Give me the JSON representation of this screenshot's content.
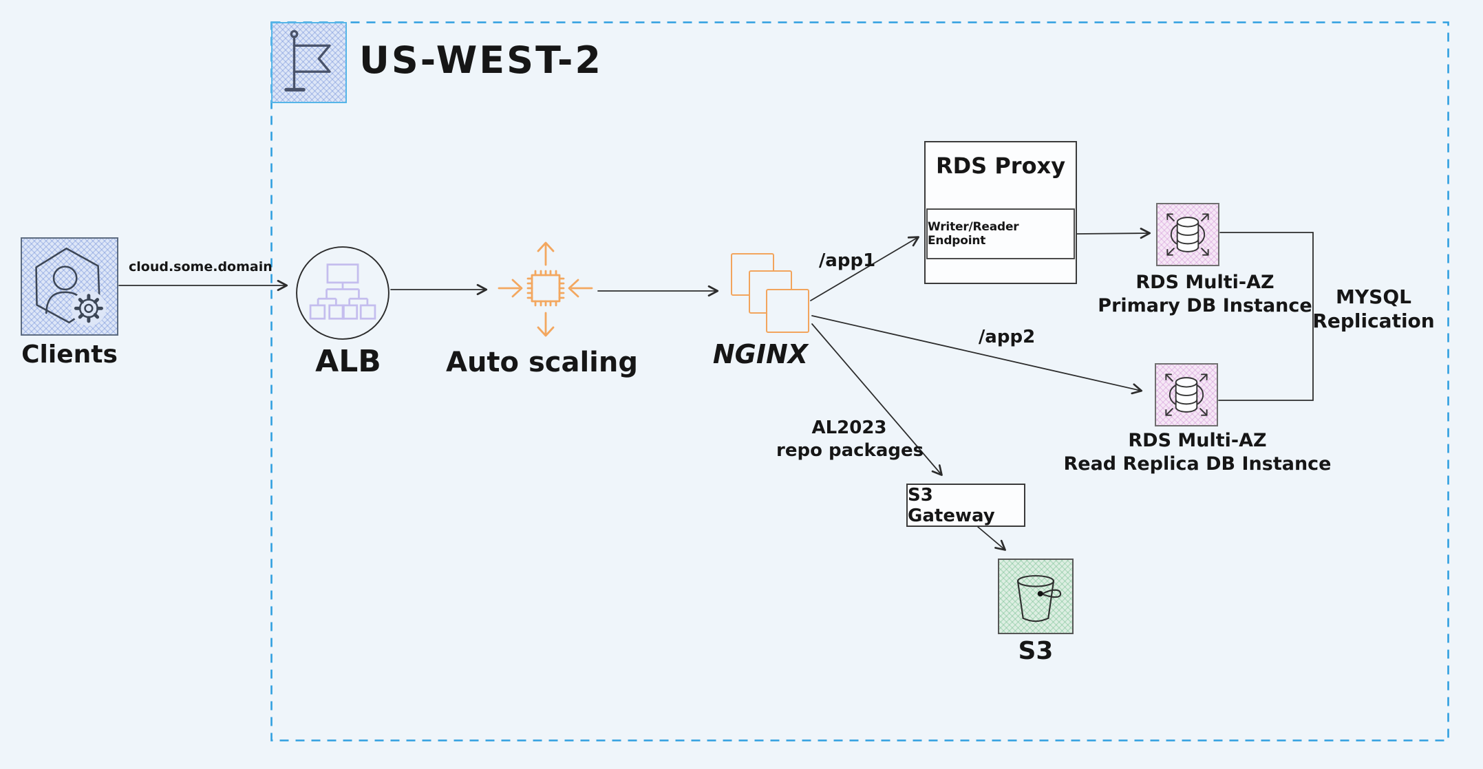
{
  "region": {
    "label": "US-WEST-2"
  },
  "nodes": {
    "clients": {
      "label": "Clients"
    },
    "alb": {
      "label": "ALB"
    },
    "auto_scaling": {
      "label": "Auto scaling"
    },
    "nginx": {
      "label": "NGINX"
    },
    "rds_proxy": {
      "title": "RDS Proxy",
      "endpoint_label": "Writer/Reader Endpoint"
    },
    "rds_primary": {
      "line1": "RDS Multi-AZ",
      "line2": "Primary DB Instance"
    },
    "rds_replica": {
      "line1": "RDS Multi-AZ",
      "line2": "Read Replica DB Instance"
    },
    "s3_gateway": {
      "label": "S3 Gateway"
    },
    "s3": {
      "label": "S3"
    }
  },
  "edges": {
    "clients_to_alb": {
      "label": "cloud.some.domain"
    },
    "nginx_to_rds_proxy": {
      "label": "/app1"
    },
    "nginx_to_rds_replica": {
      "label": "/app2"
    },
    "nginx_to_s3_gateway": {
      "line1": "AL2023",
      "line2": "repo packages"
    },
    "mysql_replication": {
      "line1": "MYSQL",
      "line2": "Replication"
    }
  },
  "icons": {
    "region_flag": "flag-icon",
    "clients": "user-gear-hexagon-icon",
    "alb": "load-balancer-tree-icon",
    "auto_scaling": "chip-scaling-arrows-icon",
    "nginx": "stacked-instances-icon",
    "rds": "database-multi-az-icon",
    "s3": "bucket-icon"
  },
  "colors": {
    "canvas_bg": "#eff5fa",
    "region_border": "#2f9fe0",
    "node_blue_fill": "#dde6f7",
    "node_pink_fill": "#f6e8f6",
    "node_green_fill": "#ddeee2",
    "orange_accent": "#f2a45c",
    "lavender_accent": "#c4bdee",
    "ink": "#2c2c2c"
  }
}
